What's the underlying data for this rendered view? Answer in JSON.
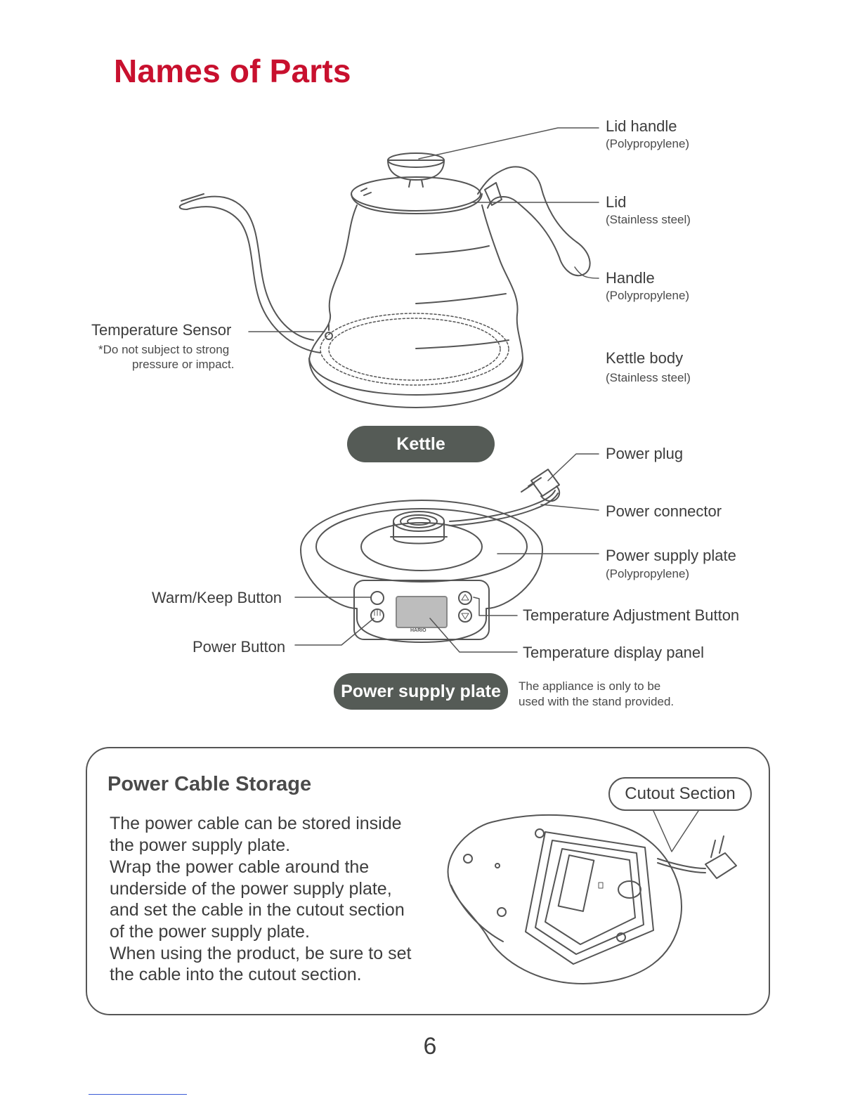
{
  "page": {
    "title": "Names of Parts",
    "page_number": "6"
  },
  "kettle": {
    "badge": "Kettle",
    "parts": {
      "lid_handle": {
        "label": "Lid handle",
        "material": "(Polypropylene)"
      },
      "lid": {
        "label": "Lid",
        "material": "(Stainless steel)"
      },
      "handle": {
        "label": "Handle",
        "material": "(Polypropylene)"
      },
      "kettle_body": {
        "label": "Kettle body",
        "material": "(Stainless steel)"
      },
      "temperature_sensor": {
        "label": "Temperature Sensor",
        "note_line1": "*Do not subject to strong",
        "note_line2": "pressure or impact."
      }
    }
  },
  "power_supply_plate": {
    "badge": "Power supply plate",
    "notice_line1": "The appliance is only to be",
    "notice_line2": "used with the stand provided.",
    "parts": {
      "power_plug": {
        "label": "Power plug"
      },
      "power_connector": {
        "label": "Power connector"
      },
      "power_supply_plate": {
        "label": "Power supply plate",
        "material": "(Polypropylene)"
      },
      "warm_keep_button": {
        "label": "Warm/Keep Button"
      },
      "power_button": {
        "label": "Power Button"
      },
      "temperature_adjustment_button": {
        "label": "Temperature Adjustment Button"
      },
      "temperature_display_panel": {
        "label": "Temperature display panel"
      }
    },
    "brand_mark": "HARIO"
  },
  "cable_storage": {
    "title": "Power Cable Storage",
    "lines": [
      "The power cable can be stored inside",
      "the power supply plate.",
      "Wrap the power cable around the",
      "underside of the power supply plate,",
      "and set the cable in the cutout section",
      "of the power supply plate.",
      "When using the product, be sure to set",
      "the cable into the cutout section."
    ],
    "callout": "Cutout Section"
  }
}
